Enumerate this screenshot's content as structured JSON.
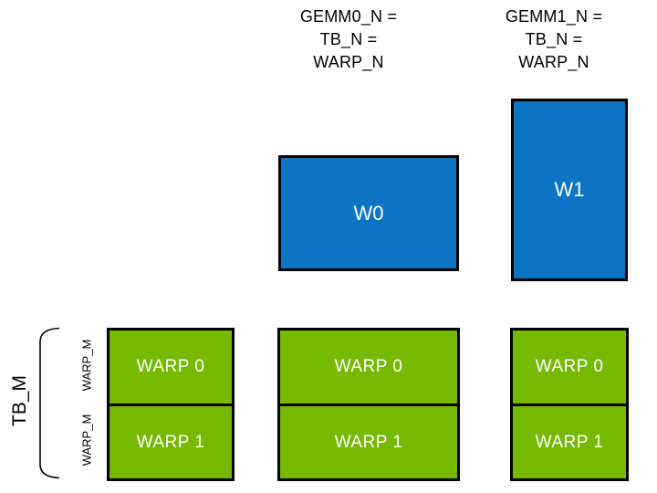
{
  "diagram": {
    "colors": {
      "warp_green": "#76B900",
      "gemm_blue": "#0B74C5",
      "outline": "#000000",
      "header_text": "#000000",
      "box_text": "#FFFFFF"
    },
    "top_labels": [
      {
        "id": "gemm0",
        "text": "GEMM0_N =\nTB_N =\nWARP_N"
      },
      {
        "id": "gemm1",
        "text": "GEMM1_N =\nTB_N =\nWARP_N"
      }
    ],
    "gemm_boxes": [
      {
        "label": "W0"
      },
      {
        "label": "W1"
      }
    ],
    "thread_block_groups": [
      {
        "warps": [
          {
            "label": "WARP 0"
          },
          {
            "label": "WARP 1"
          }
        ]
      },
      {
        "warps": [
          {
            "label": "WARP 0"
          },
          {
            "label": "WARP 1"
          }
        ]
      },
      {
        "warps": [
          {
            "label": "WARP 0"
          },
          {
            "label": "WARP 1"
          }
        ]
      }
    ],
    "left_labels": {
      "tb_m": "TB_M",
      "warp_m_top": "WARP_M",
      "warp_m_bottom": "WARP_M"
    }
  }
}
